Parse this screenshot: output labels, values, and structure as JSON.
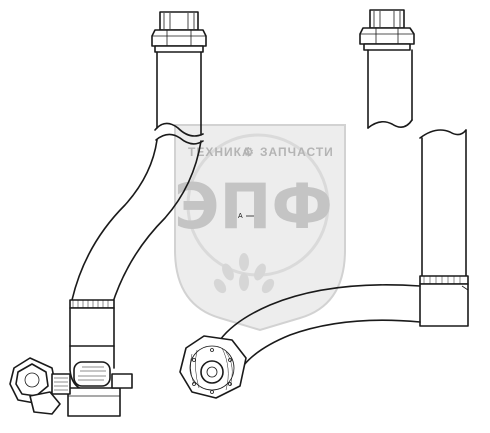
{
  "watermark": {
    "top_text_left": "ТЕХНИКА",
    "top_text_right": "ЗАПЧАСТИ",
    "logo_letters": "ЭПФ",
    "colors": {
      "shield_fill": "#ededed",
      "shield_stroke": "#cfcfcf",
      "text": "#b4b4b4"
    }
  },
  "drawing_marks": {
    "center_mark": "А"
  },
  "colors": {
    "line": "#1a1a1a",
    "background": "#ffffff"
  }
}
